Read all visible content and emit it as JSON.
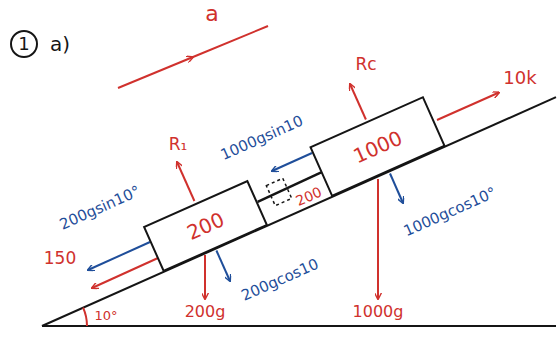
{
  "diagram": {
    "nodes": [
      {
        "text": [
          "200"
        ]
      },
      {
        "text": [
          "1000"
        ]
      }
    ],
    "edges": [
      {
        "from": 0,
        "to": 1,
        "arrow": "none"
      }
    ],
    "labels": [
      "1",
      "a)",
      "a",
      "R₁",
      "200gsin10°",
      "150",
      "200gcos10",
      "200g",
      "200",
      "1000gsin10",
      "Rc",
      "1000gcos10°",
      "1000g",
      "10k",
      "10°"
    ]
  }
}
